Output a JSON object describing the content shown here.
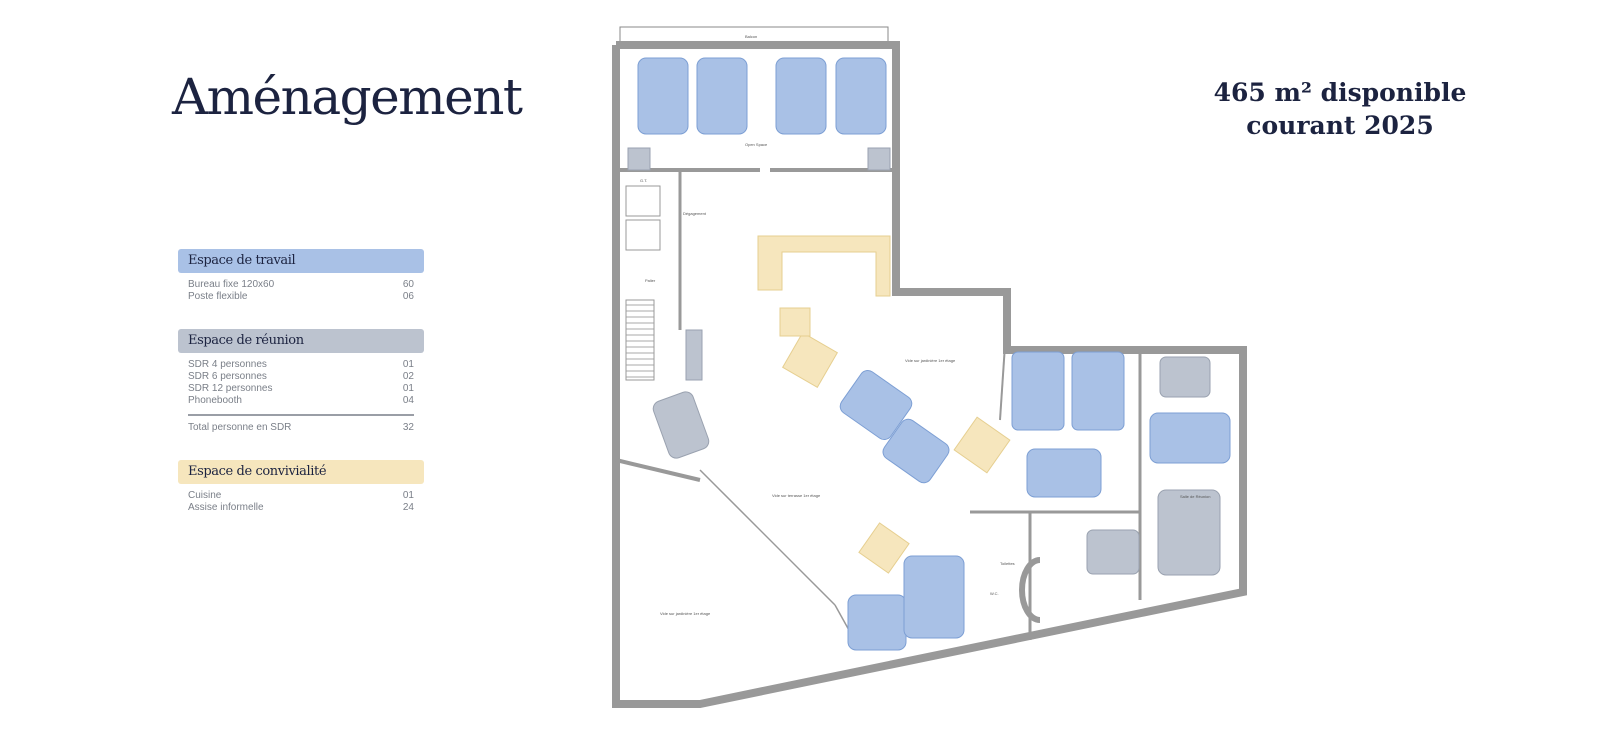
{
  "title": "Aménagement",
  "availability": {
    "line1": "465 m² disponible",
    "line2": "courant 2025"
  },
  "legend": {
    "work": {
      "title": "Espace de travail",
      "color": "#a9c1e6",
      "items": [
        {
          "label": "Bureau fixe 120x60",
          "value": "60"
        },
        {
          "label": "Poste flexible",
          "value": "06"
        }
      ]
    },
    "meeting": {
      "title": "Espace de réunion",
      "color": "#bcc3cf",
      "items": [
        {
          "label": "SDR 4 personnes",
          "value": "01"
        },
        {
          "label": "SDR 6 personnes",
          "value": "02"
        },
        {
          "label": "SDR 12 personnes",
          "value": "01"
        },
        {
          "label": "Phonebooth",
          "value": "04"
        }
      ],
      "total": {
        "label": "Total personne en SDR",
        "value": "32"
      }
    },
    "social": {
      "title": "Espace de convivialité",
      "color": "#f6e6bd",
      "items": [
        {
          "label": "Cuisine",
          "value": "01"
        },
        {
          "label": "Assise informelle",
          "value": "24"
        }
      ]
    }
  },
  "plan": {
    "labels": {
      "balcon": "Balcon",
      "open_space": "Open Space",
      "degagement": "Dégagement",
      "palier": "Palier",
      "void_terrace": "Vide sur terrasse 1er étage",
      "void_planter": "Vide sur jardinière 1er étage",
      "meeting_room": "Salle de Réunion",
      "toilets": "Toilettes",
      "wc": "W.C.",
      "gt": "G.T."
    }
  }
}
